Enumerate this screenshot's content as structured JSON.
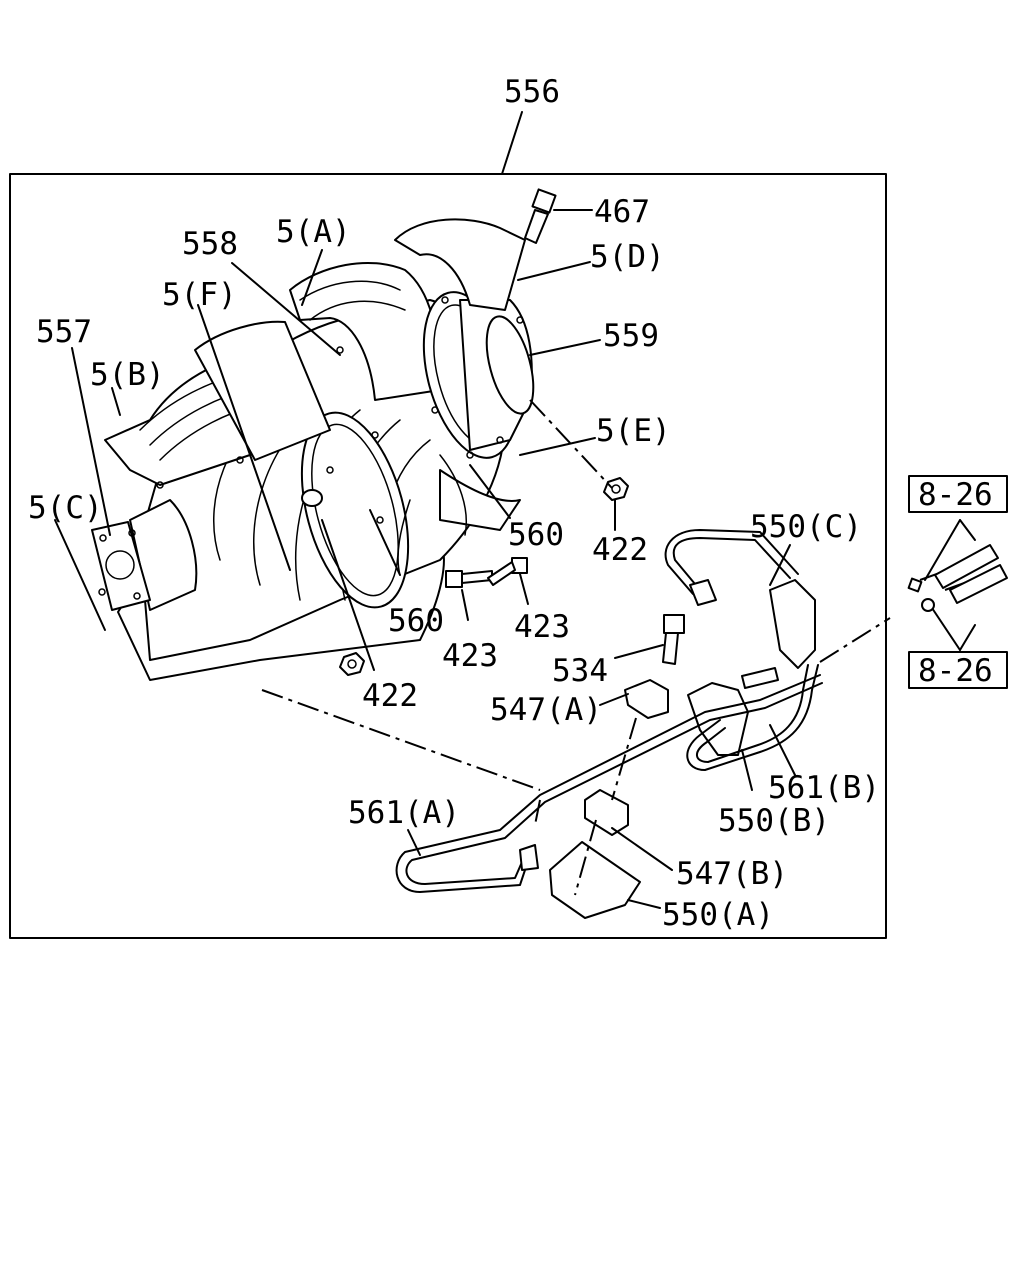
{
  "labels": {
    "assembly": "556",
    "l467": "467",
    "l5A": "5(A)",
    "l5D": "5(D)",
    "l558": "558",
    "l5F": "5(F)",
    "l559": "559",
    "l557": "557",
    "l5B": "5(B)",
    "l5E": "5(E)",
    "l5C": "5(C)",
    "l560a": "560",
    "l560b": "560",
    "l422a": "422",
    "l422b": "422",
    "l550C": "550(C)",
    "l423a": "423",
    "l423b": "423",
    "l534": "534",
    "l547A": "547(A)",
    "l561B": "561(B)",
    "l550B": "550(B)",
    "l561A": "561(A)",
    "l547B": "547(B)",
    "l550A": "550(A)",
    "ref826a": "8-26",
    "ref826b": "8-26"
  }
}
